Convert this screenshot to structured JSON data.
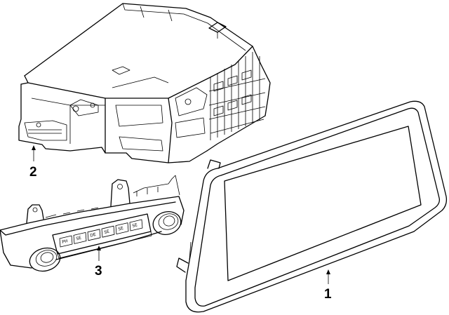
{
  "callouts": [
    {
      "number": "1",
      "part": "display screen"
    },
    {
      "number": "2",
      "part": "radio receiver module"
    },
    {
      "number": "3",
      "part": "climate control panel"
    }
  ],
  "control_buttons": [
    "PH",
    "SE",
    "DE",
    "SE",
    "SE",
    "SE"
  ]
}
